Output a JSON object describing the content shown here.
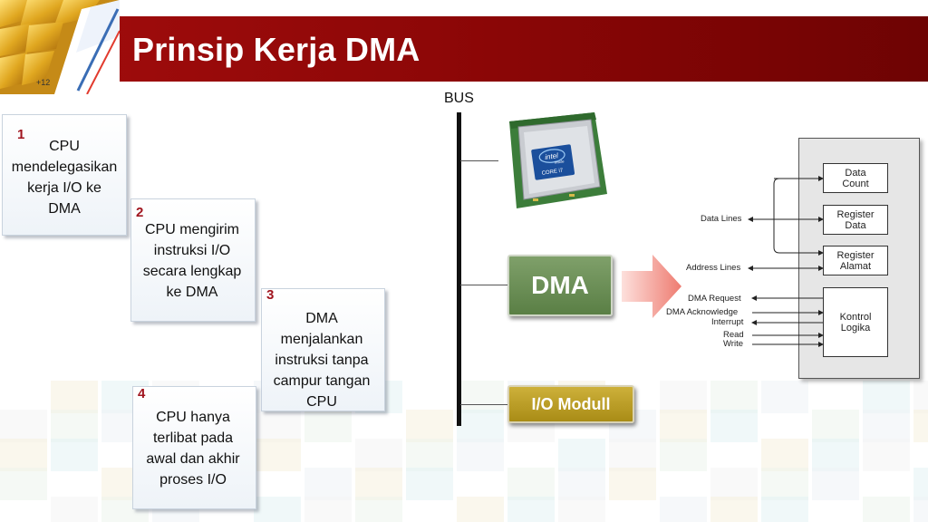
{
  "header": {
    "title": "Prinsip Kerja DMA"
  },
  "steps": [
    {
      "number": "1",
      "text_lines": [
        "CPU",
        "mendelegasikan",
        "kerja I/O ke",
        "DMA"
      ]
    },
    {
      "number": "2",
      "text_lines": [
        "CPU mengirim",
        "instruksi I/O",
        "secara lengkap",
        "ke DMA"
      ]
    },
    {
      "number": "3",
      "text_lines": [
        "DMA",
        "menjalankan",
        "instruksi tanpa",
        "campur tangan",
        "CPU"
      ]
    },
    {
      "number": "4",
      "text_lines": [
        "CPU hanya",
        "terlibat pada",
        "awal dan akhir",
        "proses I/O"
      ]
    }
  ],
  "bus": {
    "label": "BUS"
  },
  "cpu_chip": {
    "brand_line1": "intel",
    "brand_line2": "inside",
    "model": "CORE i7"
  },
  "modules": {
    "dma_label": "DMA",
    "io_label": "I/O Modull"
  },
  "block_diagram": {
    "registers": [
      "Data Count",
      "Register Data",
      "Register Alamat",
      "Kontrol Logika"
    ],
    "signals": {
      "data_lines": "Data Lines",
      "address_lines": "Address Lines",
      "dma_request": "DMA Request",
      "dma_acknowledge": "DMA Acknowledge",
      "interrupt": "Interrupt",
      "read": "Read",
      "write": "Write"
    }
  },
  "colors": {
    "header_red": "#8a0606",
    "step_number": "#a0141e",
    "dma_green": "#5a7f45",
    "io_gold": "#a98c16",
    "arrow_pink": "#f08a80"
  }
}
